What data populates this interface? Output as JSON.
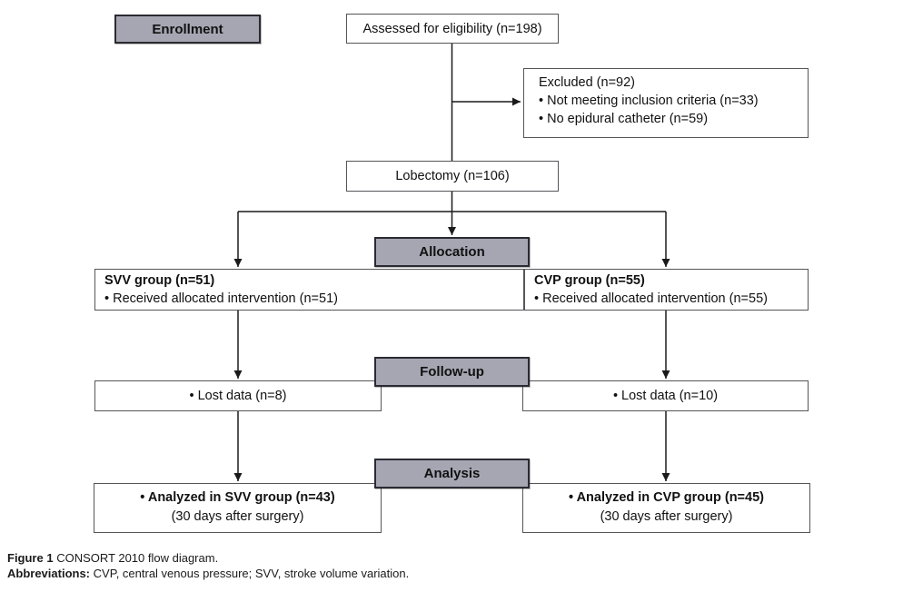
{
  "colors": {
    "stage_fill": "#a6a6b3",
    "stage_border": "#2a2a32",
    "box_border": "#55555a",
    "line_color": "#1a1a1a",
    "text": "#111111"
  },
  "stages": {
    "enrollment": "Enrollment",
    "allocation": "Allocation",
    "followup": "Follow-up",
    "analysis": "Analysis"
  },
  "flow": {
    "assessed": "Assessed for eligibility (n=198)",
    "excluded": {
      "title": "Excluded (n=92)",
      "items": [
        "• Not meeting inclusion criteria (n=33)",
        "• No epidural catheter (n=59)"
      ]
    },
    "lobectomy": "Lobectomy (n=106)",
    "svv_group": {
      "title": "SVV group (n=51)",
      "item": "• Received allocated intervention (n=51)"
    },
    "cvp_group": {
      "title": "CVP group (n=55)",
      "item": "• Received allocated intervention (n=55)"
    },
    "svv_lost": "• Lost data (n=8)",
    "cvp_lost": "• Lost data (n=10)",
    "svv_analyzed": {
      "title": "• Analyzed in SVV group (n=43)",
      "sub": "(30 days after surgery)"
    },
    "cvp_analyzed": {
      "title": "• Analyzed in CVP group (n=45)",
      "sub": "(30 days after surgery)"
    }
  },
  "caption": {
    "figure_label": "Figure 1",
    "figure_text": "CONSORT 2010 flow diagram.",
    "abbr_label": "Abbreviations:",
    "abbr_text": "CVP, central venous pressure; SVV, stroke volume variation."
  }
}
